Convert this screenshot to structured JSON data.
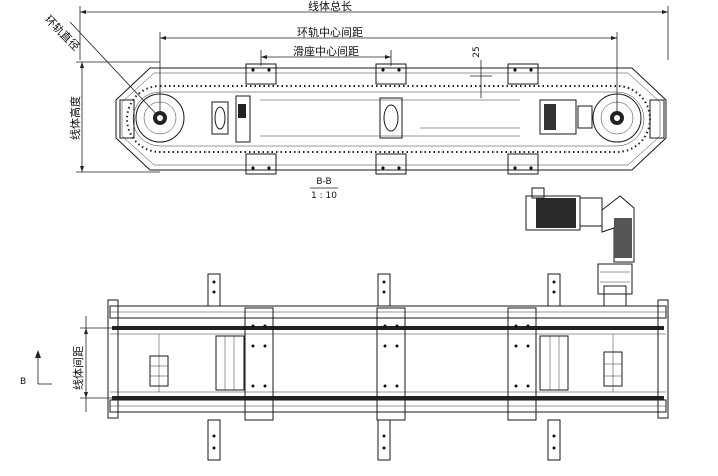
{
  "top_view": {
    "total_length_label": "线体总长",
    "rail_center_distance_label": "环轨中心间距",
    "slider_center_distance_label": "滑座中心间距",
    "rail_diameter_label": "环轨直径",
    "line_height_label": "线体高度",
    "dimension_value": "25"
  },
  "section": {
    "label": "B-B",
    "scale": "1 : 10"
  },
  "bottom_view": {
    "line_spacing_label": "线体间距",
    "view_marker": "B"
  },
  "colors": {
    "line": "#1a1a1a",
    "background": "#ffffff"
  }
}
